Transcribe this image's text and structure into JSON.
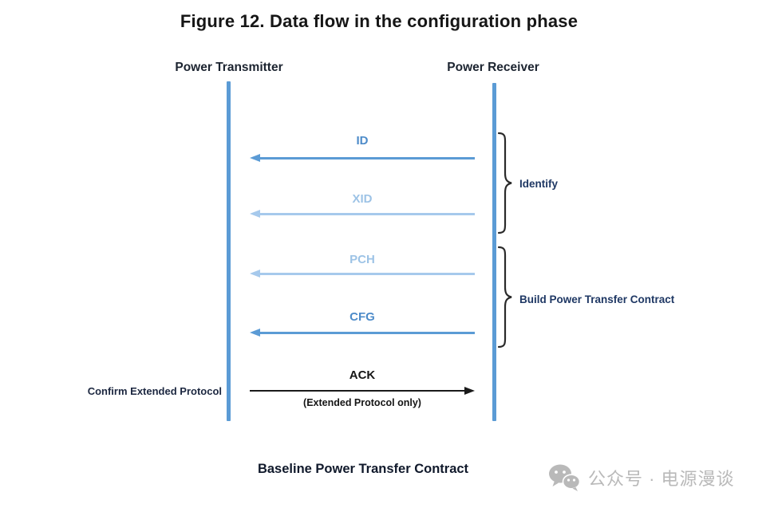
{
  "title": "Figure 12. Data flow in the configuration phase",
  "columns": {
    "transmitter": "Power Transmitter",
    "receiver": "Power Receiver"
  },
  "messages": [
    {
      "label": "ID",
      "direction": "left",
      "style": "strong"
    },
    {
      "label": "XID",
      "direction": "left",
      "style": "faded"
    },
    {
      "label": "PCH",
      "direction": "left",
      "style": "faded"
    },
    {
      "label": "CFG",
      "direction": "left",
      "style": "strong"
    },
    {
      "label": "ACK",
      "note": "(Extended Protocol only)",
      "direction": "right",
      "style": "black"
    }
  ],
  "groups": [
    {
      "label": "Identify",
      "covers": [
        "ID",
        "XID"
      ]
    },
    {
      "label": "Build Power Transfer Contract",
      "covers": [
        "PCH",
        "CFG"
      ]
    }
  ],
  "annotations": {
    "confirm_note": "Confirm Extended Protocol",
    "footer": "Baseline Power Transfer Contract"
  },
  "watermark": {
    "icon": "wechat-icon",
    "text": "公众号 · 电源漫谈"
  },
  "colors": {
    "lifeline_blue": "#5B9BD5",
    "arrow_strong_blue": "#5B9BD5",
    "arrow_faded_blue": "#A6C9EC",
    "label_strong_blue": "#4D8BC9",
    "label_faded_blue": "#9DC3E6",
    "ack_black": "#1A1A1A",
    "group_label_navy": "#1F3864",
    "watermark_gray": "#B9B9B9"
  }
}
